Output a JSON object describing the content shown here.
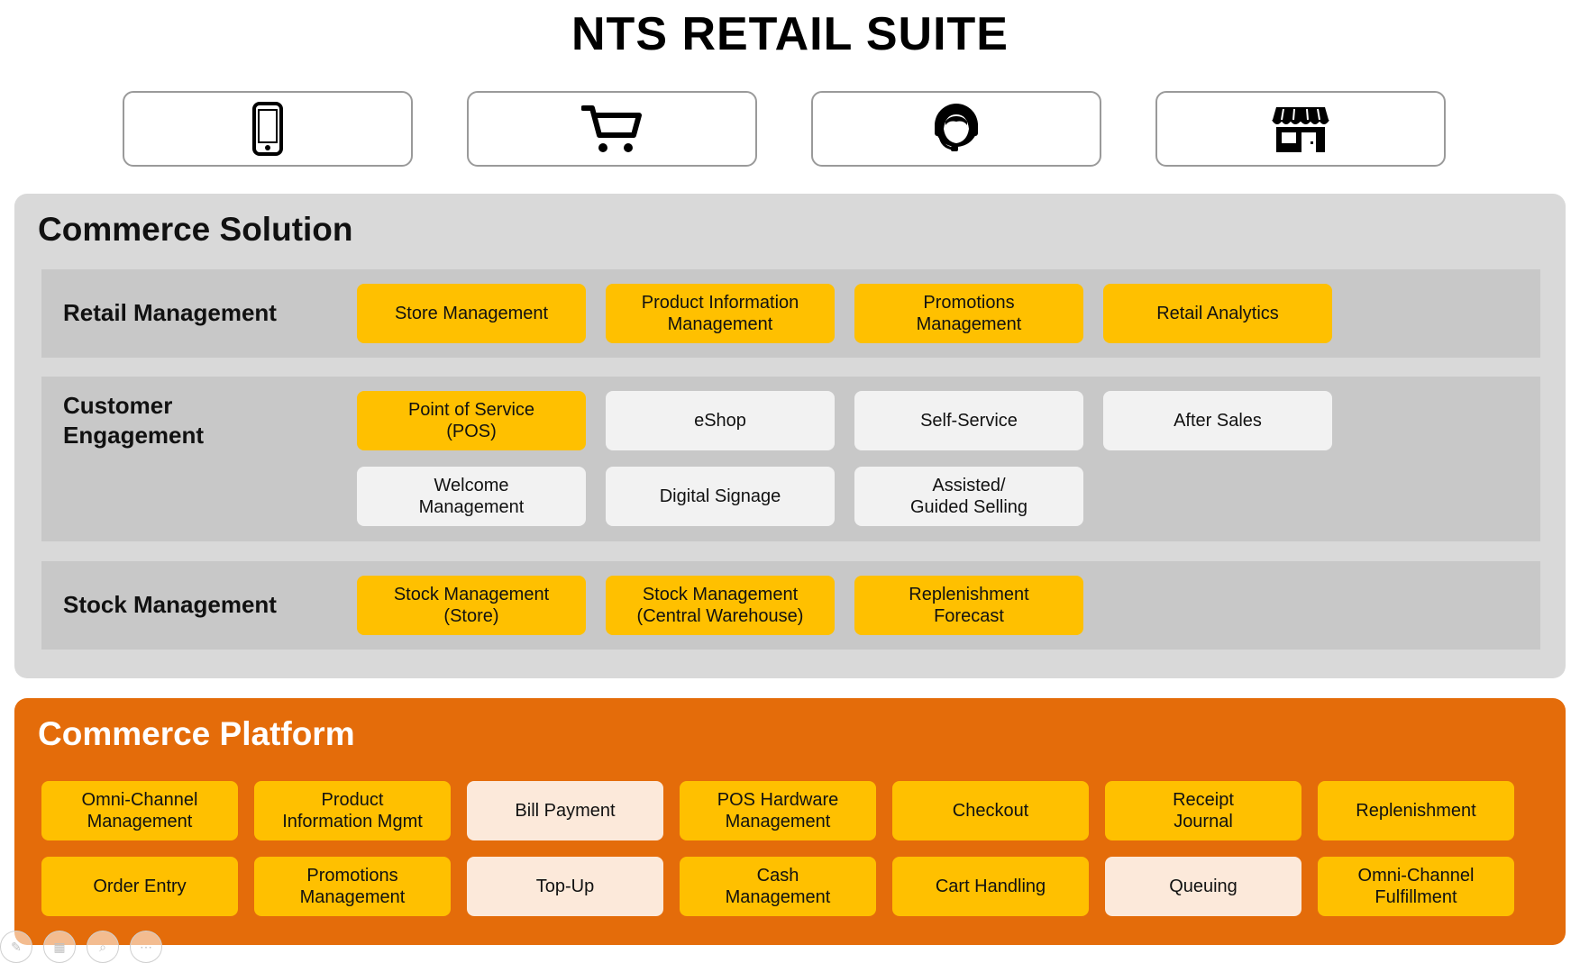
{
  "title": "NTS RETAIL SUITE",
  "channel_icons": [
    "mobile-phone-icon",
    "shopping-cart-icon",
    "call-center-headset-icon",
    "storefront-icon"
  ],
  "commerce_solution": {
    "title": "Commerce Solution",
    "bands": [
      {
        "label": "Retail Management",
        "cards": [
          {
            "text": "Store Management",
            "style": "yellow"
          },
          {
            "text": "Product Information\nManagement",
            "style": "yellow"
          },
          {
            "text": "Promotions\nManagement",
            "style": "yellow"
          },
          {
            "text": "Retail Analytics",
            "style": "yellow"
          }
        ]
      },
      {
        "label": "Customer\nEngagement",
        "cards": [
          {
            "text": "Point of Service\n(POS)",
            "style": "yellow"
          },
          {
            "text": "eShop",
            "style": "white"
          },
          {
            "text": "Self-Service",
            "style": "white"
          },
          {
            "text": "After Sales",
            "style": "white"
          },
          {
            "text": "Welcome\nManagement",
            "style": "white"
          },
          {
            "text": "Digital Signage",
            "style": "white"
          },
          {
            "text": "Assisted/\nGuided Selling",
            "style": "white"
          }
        ]
      },
      {
        "label": "Stock Management",
        "cards": [
          {
            "text": "Stock Management\n(Store)",
            "style": "yellow"
          },
          {
            "text": "Stock Management\n(Central Warehouse)",
            "style": "yellow"
          },
          {
            "text": "Replenishment\nForecast",
            "style": "yellow"
          }
        ]
      }
    ]
  },
  "commerce_platform": {
    "title": "Commerce Platform",
    "cards": [
      {
        "text": "Omni-Channel\nManagement",
        "style": "yellow"
      },
      {
        "text": "Product\nInformation Mgmt",
        "style": "yellow"
      },
      {
        "text": "Bill Payment",
        "style": "cream"
      },
      {
        "text": "POS Hardware\nManagement",
        "style": "yellow"
      },
      {
        "text": "Checkout",
        "style": "yellow"
      },
      {
        "text": "Receipt\nJournal",
        "style": "yellow"
      },
      {
        "text": "Replenishment",
        "style": "yellow"
      },
      {
        "text": "Order Entry",
        "style": "yellow"
      },
      {
        "text": "Promotions\nManagement",
        "style": "yellow"
      },
      {
        "text": "Top-Up",
        "style": "cream"
      },
      {
        "text": "Cash\nManagement",
        "style": "yellow"
      },
      {
        "text": "Cart Handling",
        "style": "yellow"
      },
      {
        "text": "Queuing",
        "style": "cream"
      },
      {
        "text": "Omni-Channel\nFulfillment",
        "style": "yellow"
      }
    ]
  },
  "viewer_toolbar": [
    "pen-icon",
    "slides-icon",
    "zoom-icon",
    "more-icon"
  ]
}
